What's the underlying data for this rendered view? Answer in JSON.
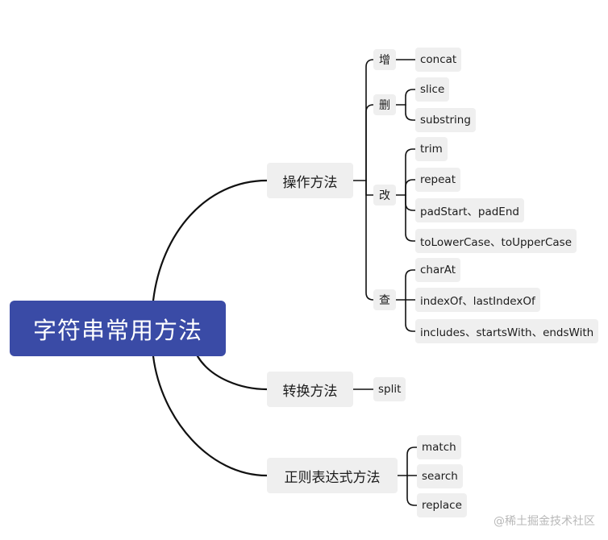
{
  "root": {
    "label": "字符串常用方法"
  },
  "branches": {
    "operation": {
      "label": "操作方法",
      "groups": {
        "add": {
          "label": "增",
          "items": [
            "concat"
          ]
        },
        "delete": {
          "label": "删",
          "items": [
            "slice",
            "substring"
          ]
        },
        "modify": {
          "label": "改",
          "items": [
            "trim",
            "repeat",
            "padStart、padEnd",
            "toLowerCase、toUpperCase"
          ]
        },
        "query": {
          "label": "查",
          "items": [
            "charAt",
            "indexOf、lastIndexOf",
            "includes、startsWith、endsWith"
          ]
        }
      }
    },
    "conversion": {
      "label": "转换方法",
      "items": [
        "split"
      ]
    },
    "regex": {
      "label": "正则表达式方法",
      "items": [
        "match",
        "search",
        "replace"
      ]
    }
  },
  "watermark": "@稀土掘金技术社区",
  "colors": {
    "root_bg": "#3a4ba6",
    "node_bg": "#efefef",
    "line": "#111111"
  }
}
